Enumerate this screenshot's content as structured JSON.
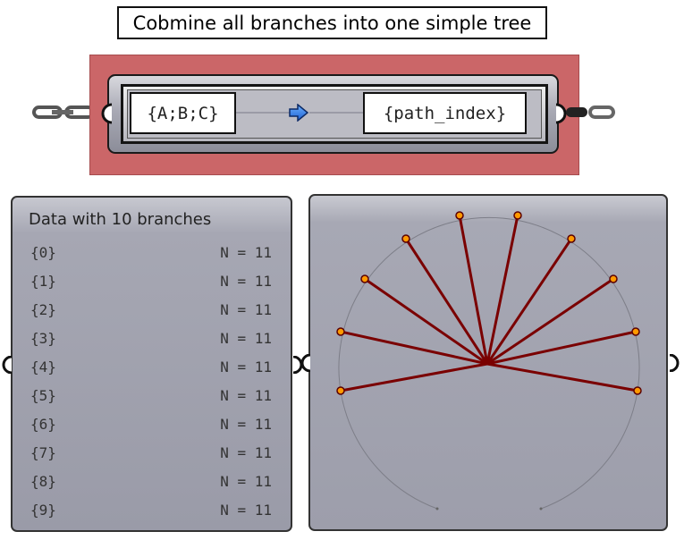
{
  "tooltip": {
    "text": "Cobmine all branches into one simple tree"
  },
  "component": {
    "source_path": "{A;B;C}",
    "target_path": "{path_index}",
    "arrow_icon": "arrow-right-icon"
  },
  "data_panel": {
    "title": "Data with 10 branches",
    "branches": [
      {
        "path": "{0}",
        "count": "N = 11"
      },
      {
        "path": "{1}",
        "count": "N = 11"
      },
      {
        "path": "{2}",
        "count": "N = 11"
      },
      {
        "path": "{3}",
        "count": "N = 11"
      },
      {
        "path": "{4}",
        "count": "N = 11"
      },
      {
        "path": "{5}",
        "count": "N = 11"
      },
      {
        "path": "{6}",
        "count": "N = 11"
      },
      {
        "path": "{7}",
        "count": "N = 11"
      },
      {
        "path": "{8}",
        "count": "N = 11"
      },
      {
        "path": "{9}",
        "count": "N = 11"
      }
    ]
  },
  "colors": {
    "group_fill": "#cb6668",
    "line_color": "#7a0000",
    "point_fill": "#ff9a00",
    "arc_color": "#7d7e88"
  }
}
